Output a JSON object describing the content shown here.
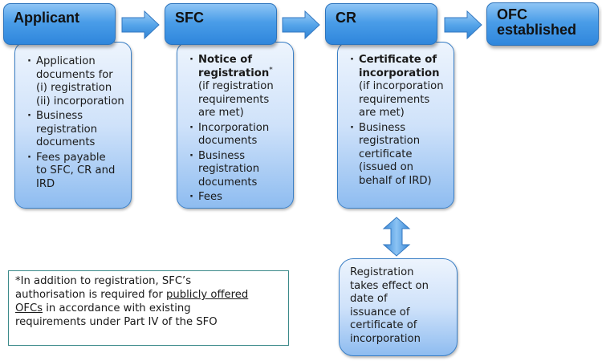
{
  "steps": [
    {
      "title": "Applicant",
      "items": [
        {
          "lines": [
            "Application",
            "documents for",
            "(i) registration",
            "(ii) incorporation"
          ]
        },
        {
          "lines": [
            "Business",
            "registration",
            "documents"
          ]
        },
        {
          "lines": [
            "Fees payable",
            "to SFC, CR and",
            "IRD"
          ]
        }
      ]
    },
    {
      "title": "SFC",
      "items": [
        {
          "bold_lines": [
            "Notice of",
            "registration"
          ],
          "bold_suffix": "*",
          "lines": [
            "(if registration",
            "requirements",
            "are met)"
          ]
        },
        {
          "lines": [
            "Incorporation",
            "documents"
          ]
        },
        {
          "lines": [
            "Business",
            "registration",
            "documents"
          ]
        },
        {
          "lines": [
            "Fees"
          ]
        }
      ]
    },
    {
      "title": "CR",
      "items": [
        {
          "bold_lines": [
            "Certificate of",
            "incorporation"
          ],
          "lines": [
            "(if incorporation",
            "requirements",
            "are met)"
          ]
        },
        {
          "lines": [
            "Business",
            "registration",
            "certificate",
            "(issued on",
            "behalf of IRD)"
          ]
        }
      ]
    },
    {
      "title_lines": [
        "OFC",
        "established"
      ]
    }
  ],
  "registration_note": {
    "lines": [
      "Registration",
      "takes effect on",
      "date of",
      "issuance of",
      "certificate of",
      "incorporation"
    ]
  },
  "footnote": {
    "line1": "*In addition to registration, SFC’s",
    "line2_prefix": "authorisation is required for ",
    "line2_underlined": "publicly offered",
    "line3_underlined": "OFCs",
    "line3_suffix": " in accordance with existing",
    "line4": "requirements under Part IV of the SFO"
  },
  "colors": {
    "header_fill": "#4a9de8",
    "content_fill": "#cfe2fa",
    "border": "#2c74bd",
    "footnote_border": "#3b8a8a"
  },
  "icons": {
    "flow_arrow": "right-arrow-icon",
    "bidirectional_arrow": "up-down-arrow-icon"
  }
}
